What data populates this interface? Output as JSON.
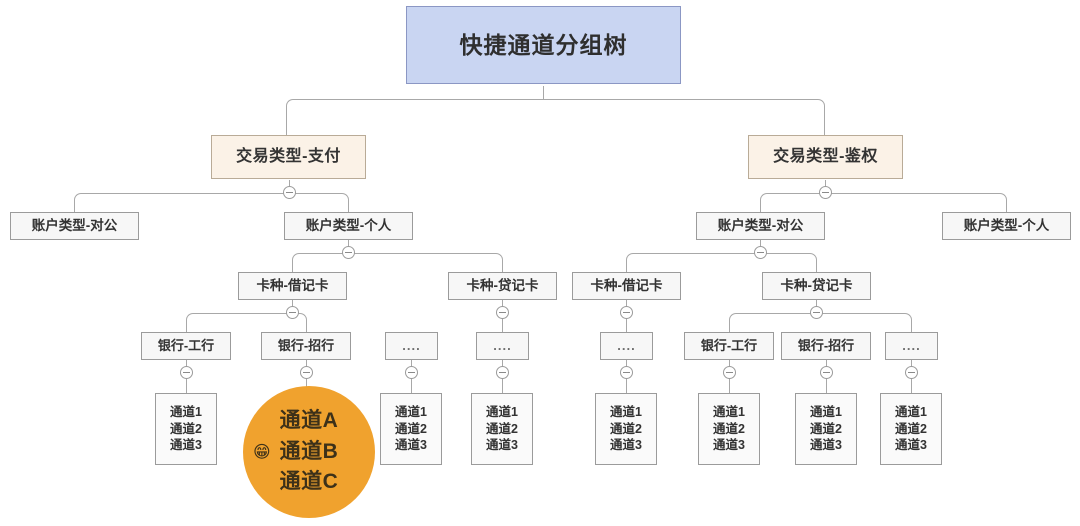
{
  "diagram": {
    "title": "快捷通道分组树",
    "colors": {
      "root_fill": "#c9d5f2",
      "root_border": "#8b97c4",
      "level2_fill": "#fbf2e7",
      "level2_border": "#b9ab97",
      "node_fill": "#f7f7f7",
      "node_border": "#9b9b9b",
      "connector": "#a8a8a8",
      "highlight_circle": "#f0a22e"
    },
    "root": {
      "label": "快捷通道分组树"
    },
    "level2": [
      {
        "label": "交易类型-支付"
      },
      {
        "label": "交易类型-鉴权"
      }
    ],
    "level3": [
      {
        "label": "账户类型-对公"
      },
      {
        "label": "账户类型-个人"
      },
      {
        "label": "账户类型-对公"
      },
      {
        "label": "账户类型-个人"
      }
    ],
    "level4": [
      {
        "label": "卡种-借记卡"
      },
      {
        "label": "卡种-贷记卡"
      },
      {
        "label": "卡种-借记卡"
      },
      {
        "label": "卡种-贷记卡"
      }
    ],
    "level5": [
      {
        "label": "银行-工行"
      },
      {
        "label": "银行-招行"
      },
      {
        "label": "...."
      },
      {
        "label": "...."
      },
      {
        "label": "...."
      },
      {
        "label": "银行-工行"
      },
      {
        "label": "银行-招行"
      },
      {
        "label": "...."
      }
    ],
    "leaves": [
      {
        "lines": [
          "通道1",
          "通道2",
          "通道3"
        ]
      },
      {
        "lines": [
          "通道1",
          "通道2",
          "通道3"
        ]
      },
      {
        "lines": [
          "通道1",
          "通道2",
          "通道3"
        ]
      },
      {
        "lines": [
          "通道1",
          "通道2",
          "通道3"
        ]
      },
      {
        "lines": [
          "通道1",
          "通道2",
          "通道3"
        ]
      },
      {
        "lines": [
          "通道1",
          "通道2",
          "通道3"
        ]
      },
      {
        "lines": [
          "通道1",
          "通道2",
          "通道3"
        ]
      }
    ],
    "highlight": {
      "lines": [
        "通道A",
        "通道B",
        "通道C"
      ],
      "emoji": "grinning-face-emoji",
      "emoji_glyph": "😁"
    },
    "collapse_marker": "minus-circle-icon"
  }
}
